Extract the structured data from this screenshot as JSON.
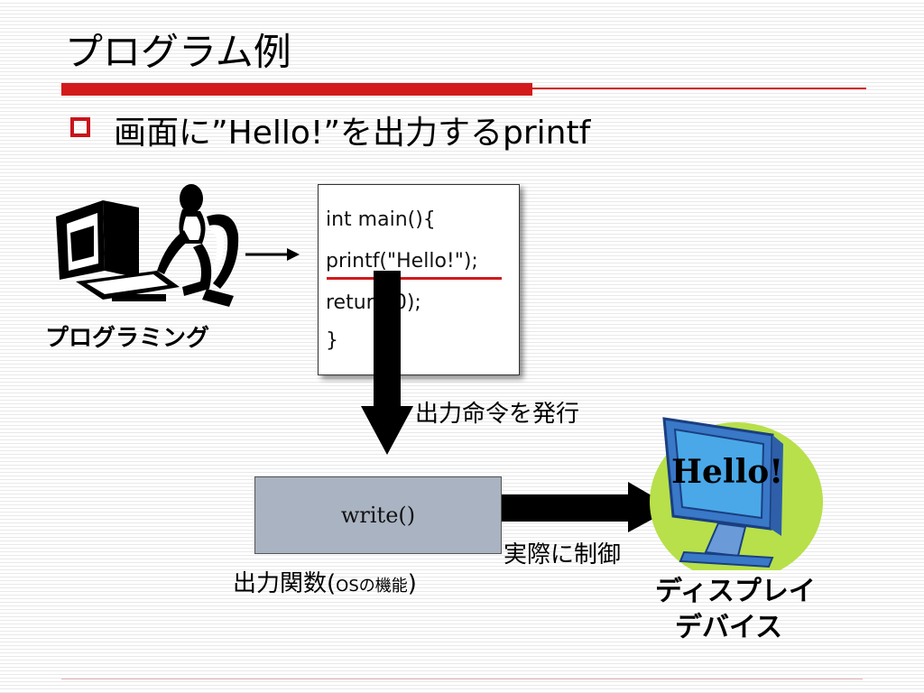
{
  "slide": {
    "title": "プログラム例",
    "bullet": "画面に”Hello!”を出力するprintf"
  },
  "code": {
    "lines": [
      "int main(){",
      "printf(\"Hello!\");",
      "return(0);",
      "}"
    ]
  },
  "labels": {
    "programming": "プログラミング",
    "output_command": "出力命令を発行",
    "write_func": "write()",
    "output_function": "出力関数(",
    "os_function": "OSの機能",
    "close_paren": ")",
    "actual_control": "実際に制御",
    "display_device_line1": "ディスプレイ",
    "display_device_line2": "デバイス",
    "monitor_text": "Hello!"
  },
  "icons": {
    "programmer": "person-at-computer-icon",
    "monitor": "monitor-icon"
  },
  "colors": {
    "accent_red": "#d21a1a",
    "write_box": "#a9b3c1",
    "monitor_bg": "#b7e04a",
    "monitor_screen": "#4aa8e8"
  }
}
